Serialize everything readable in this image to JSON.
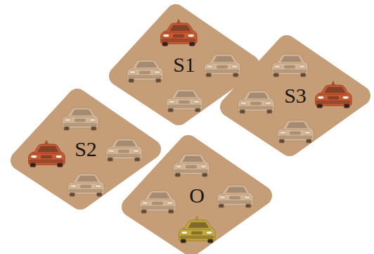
{
  "diagram": {
    "nodes": [
      {
        "text": [
          "S1"
        ]
      },
      {
        "text": [
          "S2"
        ]
      },
      {
        "text": [
          "S3"
        ]
      },
      {
        "text": [
          "O"
        ]
      }
    ]
  }
}
